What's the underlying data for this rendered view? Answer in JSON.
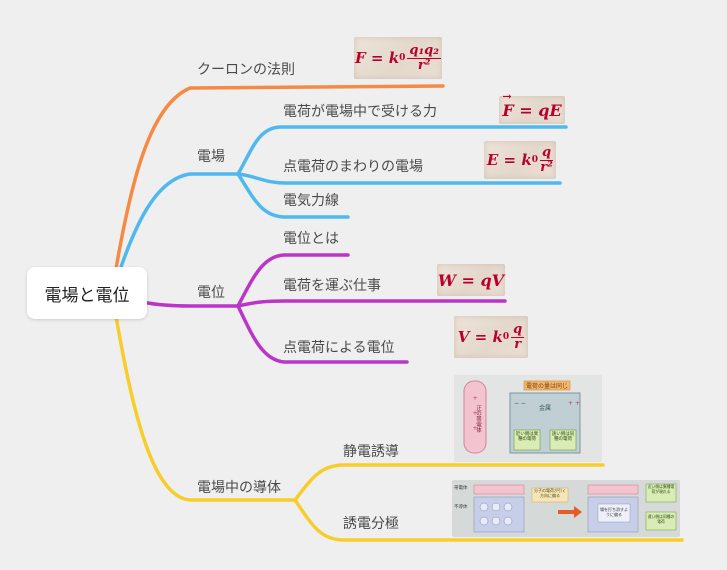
{
  "root": {
    "label": "電場と電位"
  },
  "branches": {
    "coulomb": {
      "label": "クーロンの法則",
      "color": "#f58a45",
      "formula": {
        "lhs": "F",
        "eq": "=",
        "k": "k",
        "k_sub": "0",
        "num": "q₁q₂",
        "den": "r²"
      }
    },
    "field": {
      "label": "電場",
      "color": "#4fb8ee",
      "children": [
        {
          "label": "電荷が電場中で受ける力",
          "formula": {
            "lhs": "F",
            "eq": "=",
            "rhs": "qE"
          }
        },
        {
          "label": "点電荷のまわりの電場",
          "formula": {
            "lhs": "E",
            "eq": "=",
            "k": "k",
            "k_sub": "0",
            "num": "q",
            "den": "r²"
          }
        },
        {
          "label": "電気力線"
        }
      ]
    },
    "potential": {
      "label": "電位",
      "color": "#bb35c8",
      "children": [
        {
          "label": "電位とは"
        },
        {
          "label": "電荷を運ぶ仕事",
          "formula": {
            "lhs": "W",
            "eq": "=",
            "rhs": "qV"
          }
        },
        {
          "label": "点電荷による電位",
          "formula": {
            "lhs": "V",
            "eq": "=",
            "k": "k",
            "k_sub": "0",
            "num": "q",
            "den": "r"
          }
        }
      ]
    },
    "conductor": {
      "label": "電場中の導体",
      "color": "#f7cd2b",
      "children": [
        {
          "label": "静電誘導",
          "image": {
            "cylinder_text": "正の帯電体",
            "top_banner": "電荷の量は同じ",
            "inner_label": "金属",
            "left_box": "近い側は異種の電荷",
            "right_box": "遠い側は同種の電荷"
          }
        },
        {
          "label": "誘電分極",
          "image": {
            "left_top": "帯電体",
            "left_bottom": "不導体",
            "middle_note": "分子の電荷が引く方向に偏る",
            "center_box": "場を打ち消すように偏る",
            "right_top": "近い側は異種電荷が現れる",
            "right_bottom": "遠い側は同種の電荷"
          }
        }
      ]
    }
  }
}
